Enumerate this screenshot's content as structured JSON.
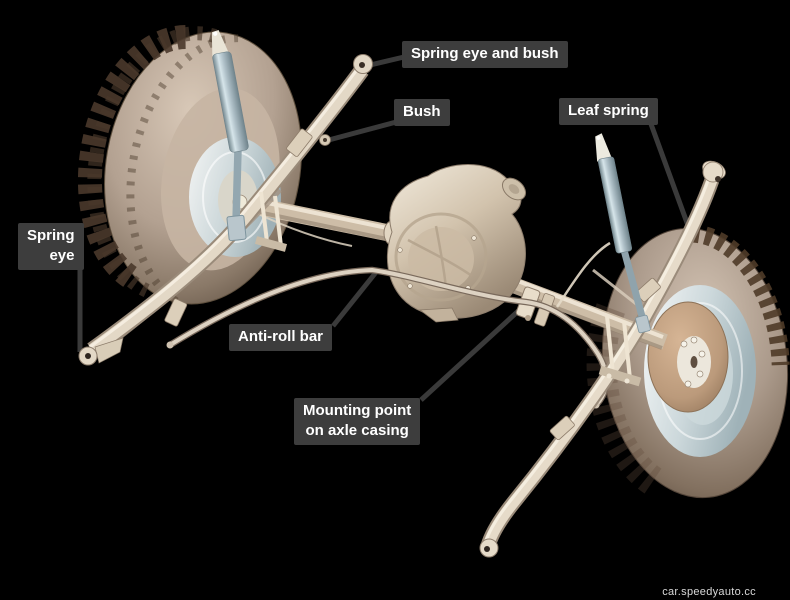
{
  "labels": [
    {
      "id": "spring-eye-and-bush",
      "text": "Spring eye and bush"
    },
    {
      "id": "bush",
      "text": "Bush"
    },
    {
      "id": "leaf-spring",
      "text": "Leaf spring"
    },
    {
      "id": "spring-eye",
      "text": "Spring\neye"
    },
    {
      "id": "anti-roll-bar",
      "text": "Anti-roll bar"
    },
    {
      "id": "mounting-point",
      "text": "Mounting point\non axle casing"
    }
  ],
  "watermark": "car.speedyauto.cc",
  "colors": {
    "background": "#000000",
    "label_background": "#3d3d3d",
    "label_text": "#ffffff",
    "leader_line": "#3a3a3a",
    "tire": "#b3a191",
    "tread": "#4a392b",
    "metal": "#d9ccb8",
    "shock_absorber": "#aebfc7",
    "brake_drum": "#c0a080",
    "rim": "#dfe5e6"
  }
}
